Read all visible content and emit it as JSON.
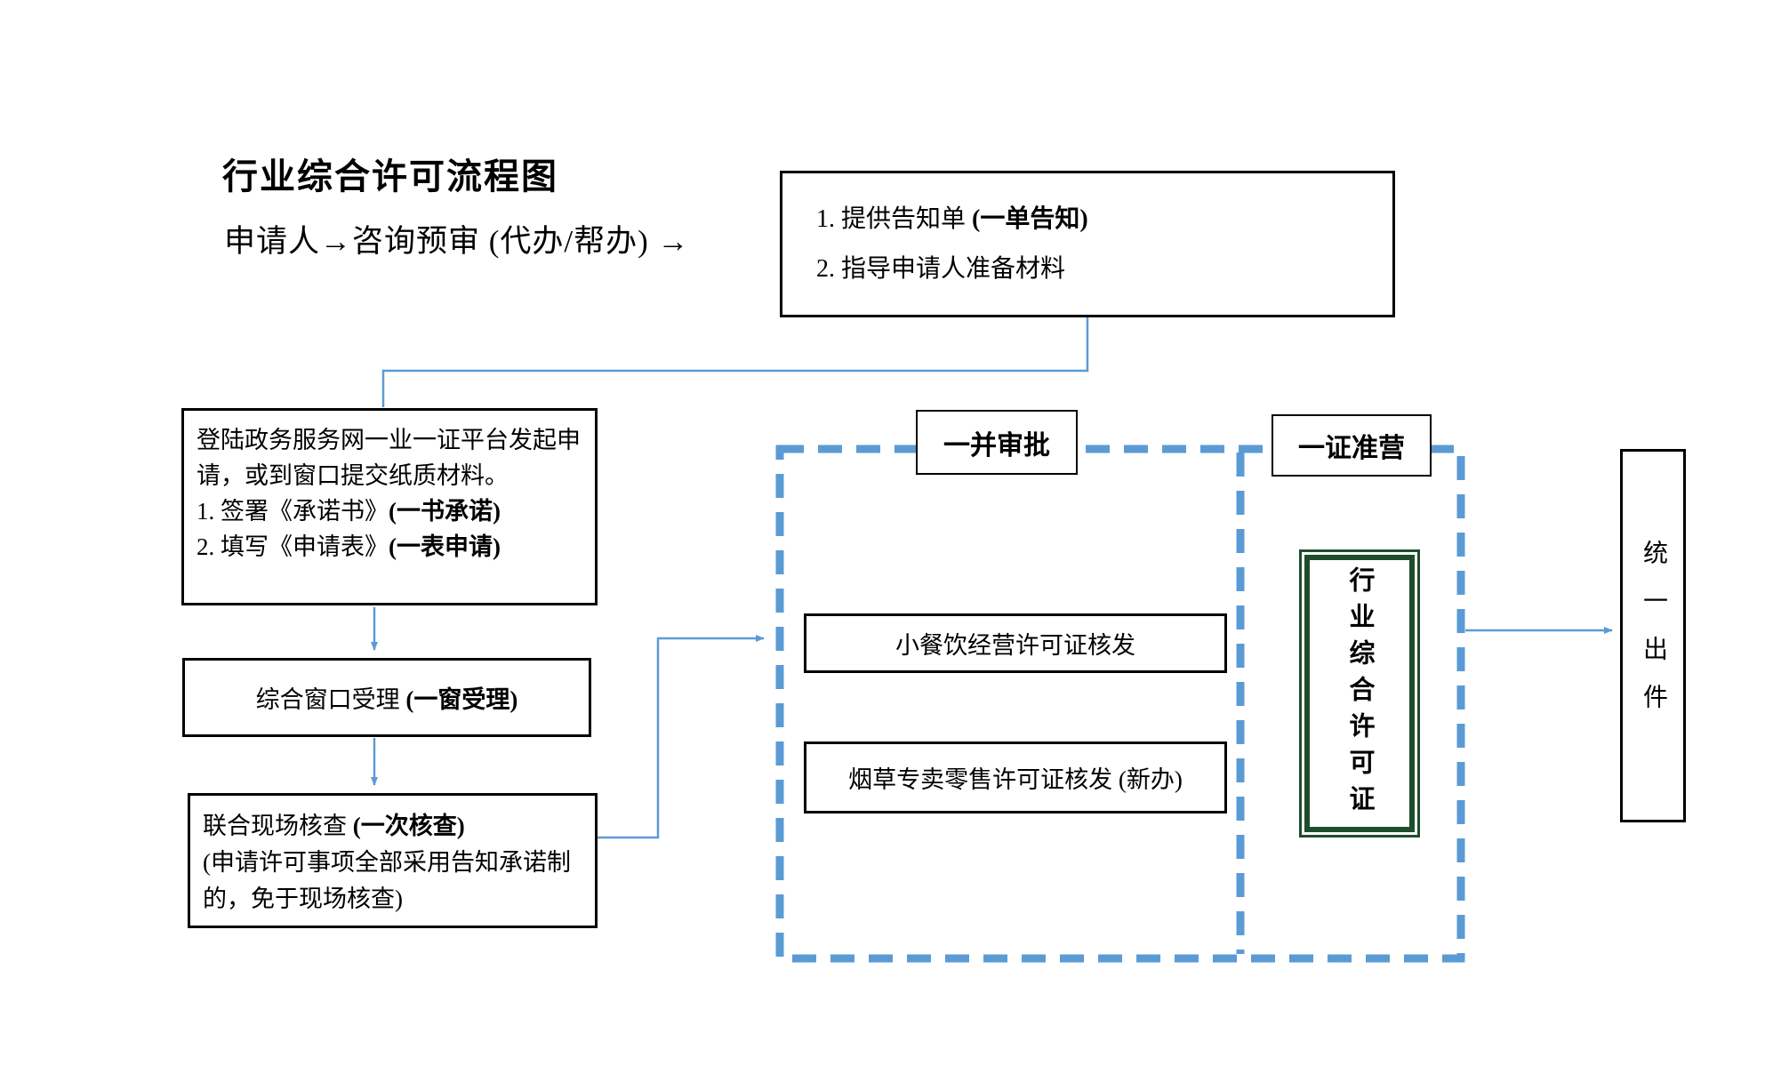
{
  "colors": {
    "line_blue": "#5B9BD5",
    "box_border": "#000000",
    "green_border": "#1E4D2B"
  },
  "header": {
    "title": "行业综合许可流程图",
    "subtitle": "申请人→咨询预审 (代办/帮办) →"
  },
  "notice": {
    "item1": "1. 提供告知单 ",
    "item1_bold": "(一单告知)",
    "item2": "2. 指导申请人准备材料"
  },
  "apply": {
    "intro": "登陆政务服务网一业一证平台发起申请，或到窗口提交纸质材料。",
    "item1": "1. 签署《承诺书》",
    "item1_bold": "(一书承诺)",
    "item2": "2. 填写《申请表》",
    "item2_bold": "(一表申请)"
  },
  "window_accept": {
    "text": "综合窗口受理 ",
    "bold": "(一窗受理)"
  },
  "inspection": {
    "line1": "联合现场核查 ",
    "line1_bold": "(一次核查)",
    "line2": " (申请许可事项全部采用告知承诺制的，免于现场核查)"
  },
  "dashed_region": {
    "approval_label": "一并审批",
    "license_label": "一证准营",
    "catering_permit": "小餐饮经营许可证核发",
    "tobacco_permit": "烟草专卖零售许可证核发 (新办)"
  },
  "certificate": "行业综合许可证",
  "unified_output": "统一出件"
}
